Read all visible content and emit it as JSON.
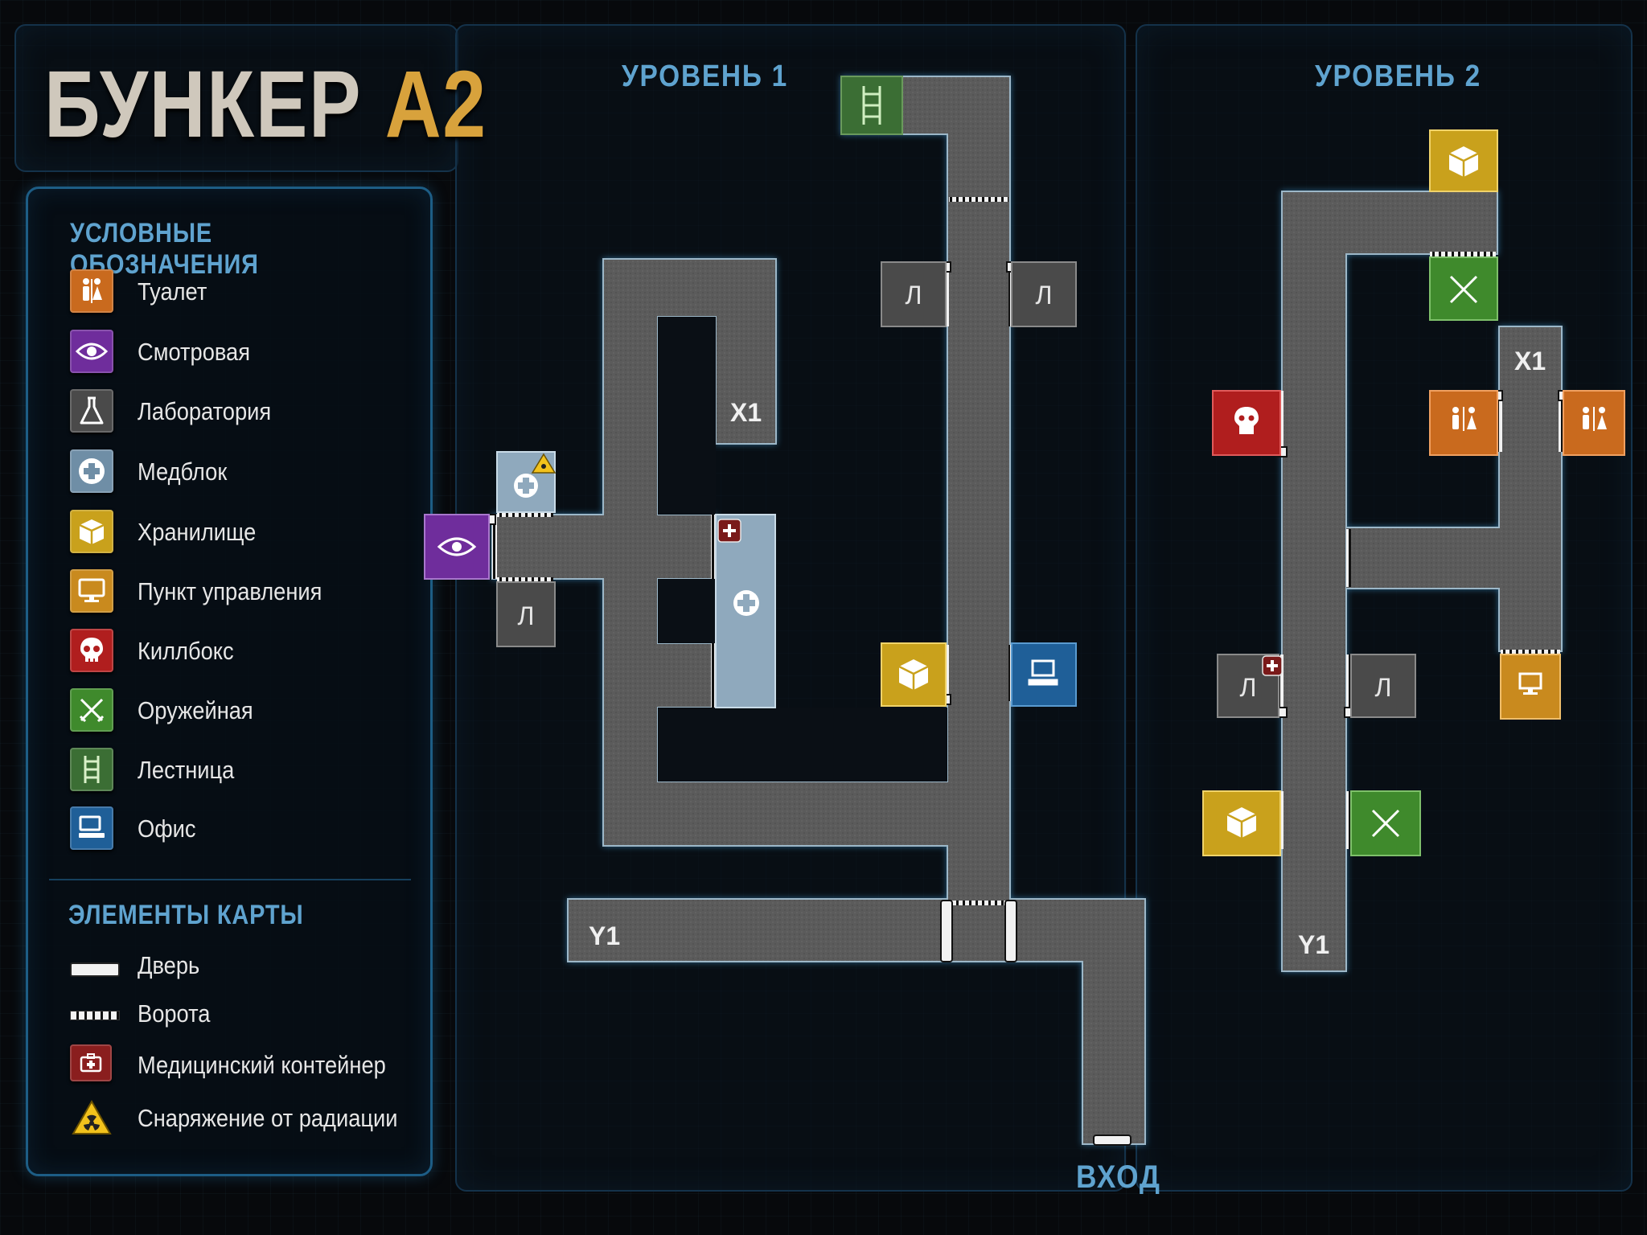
{
  "title": {
    "main": "БУНКЕР",
    "accent": "А2"
  },
  "legend": {
    "heading": "УСЛОВНЫЕ ОБОЗНАЧЕНИЯ",
    "items": [
      {
        "label": "Туалет",
        "icon": "restroom-icon",
        "color": "#c96a1e"
      },
      {
        "label": "Смотровая",
        "icon": "eye-icon",
        "color": "#6f2d9c"
      },
      {
        "label": "Лаборатория",
        "icon": "flask-icon",
        "color": "#4a4a4a"
      },
      {
        "label": "Медблок",
        "icon": "medical-cross-icon",
        "color": "#6f8ea6"
      },
      {
        "label": "Хранилище",
        "icon": "crate-icon",
        "color": "#c9a11c"
      },
      {
        "label": "Пункт управления",
        "icon": "monitor-icon",
        "color": "#c98a1e"
      },
      {
        "label": "Киллбокс",
        "icon": "skull-icon",
        "color": "#b01e1e"
      },
      {
        "label": "Оружейная",
        "icon": "crossed-swords-icon",
        "color": "#3f8a2c"
      },
      {
        "label": "Лестница",
        "icon": "ladder-icon",
        "color": "#3b6e34"
      },
      {
        "label": "Офис",
        "icon": "computer-icon",
        "color": "#1f5f98"
      }
    ],
    "elements_heading": "ЭЛЕМЕНТЫ КАРТЫ",
    "elements": [
      {
        "label": "Дверь",
        "icon": "door-icon"
      },
      {
        "label": "Ворота",
        "icon": "gate-icon"
      },
      {
        "label": "Медицинский контейнер",
        "icon": "med-container-icon"
      },
      {
        "label": "Снаряжение от радиации",
        "icon": "radiation-icon"
      }
    ]
  },
  "levels": {
    "level1": {
      "heading": "УРОВЕНЬ 1",
      "lab_label": "Л",
      "x_marker": "X1",
      "y_marker": "Y1",
      "entrance": "ВХОД"
    },
    "level2": {
      "heading": "УРОВЕНЬ 2",
      "lab_label": "Л",
      "x_marker": "X1",
      "y_marker": "Y1"
    }
  }
}
